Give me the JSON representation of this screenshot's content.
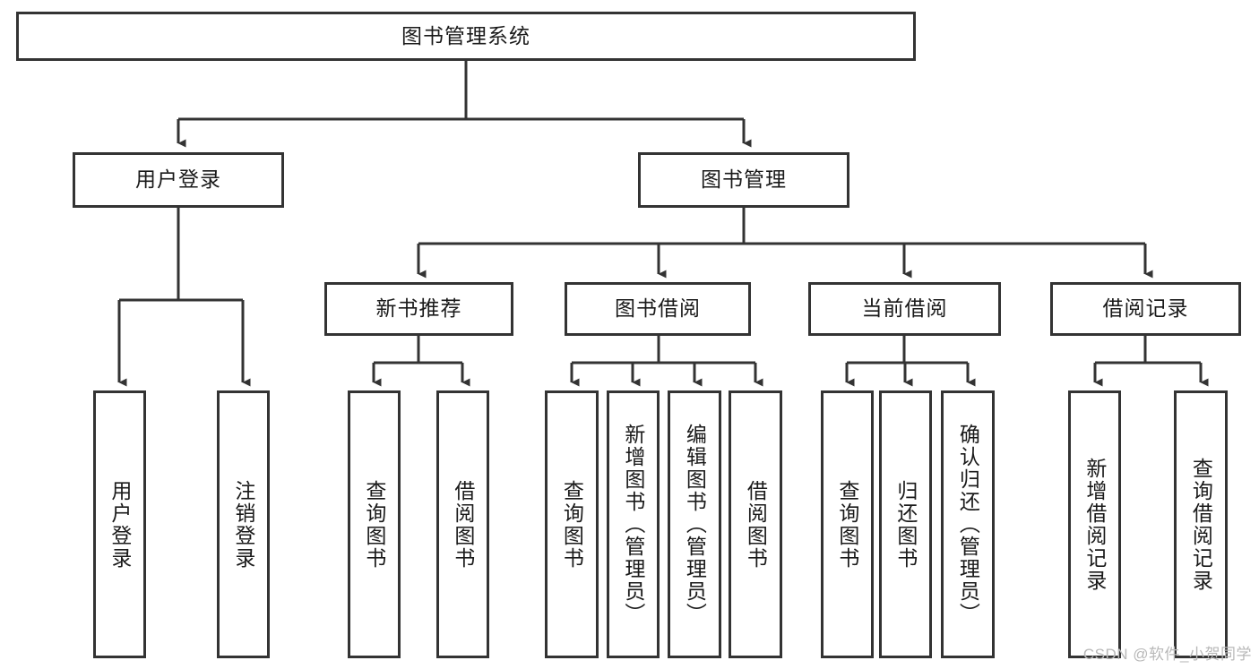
{
  "diagram": {
    "title": "图书管理系统",
    "type": "tree-hierarchy-chart",
    "root": {
      "label": "图书管理系统"
    },
    "level2": [
      {
        "label": "用户登录"
      },
      {
        "label": "图书管理"
      }
    ],
    "level3": [
      {
        "label": "新书推荐"
      },
      {
        "label": "图书借阅"
      },
      {
        "label": "当前借阅"
      },
      {
        "label": "借阅记录"
      }
    ],
    "leaves": {
      "user_login": [
        {
          "label": "用户登录"
        },
        {
          "label": "注销登录"
        }
      ],
      "new_book_recommend": [
        {
          "label": "查询图书"
        },
        {
          "label": "借阅图书"
        }
      ],
      "book_borrow": [
        {
          "label": "查询图书"
        },
        {
          "label": "新增图书（管理员）"
        },
        {
          "label": "编辑图书（管理员）"
        },
        {
          "label": "借阅图书"
        }
      ],
      "current_borrow": [
        {
          "label": "查询图书"
        },
        {
          "label": "归还图书"
        },
        {
          "label": "确认归还（管理员）"
        }
      ],
      "borrow_record": [
        {
          "label": "新增借阅记录"
        },
        {
          "label": "查询借阅记录"
        }
      ]
    }
  },
  "watermark": {
    "text": "CSDN @软件_小贺同学"
  },
  "colors": {
    "stroke": "#333333",
    "text": "#1a1a1a",
    "background": "#ffffff",
    "watermark": "#b8b8b8"
  }
}
